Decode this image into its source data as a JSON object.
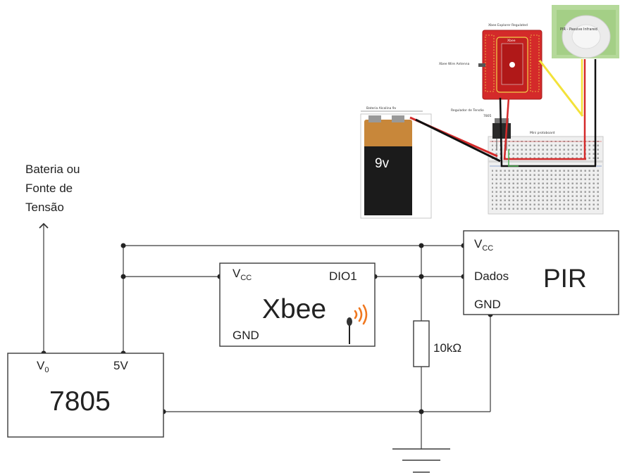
{
  "source_label": {
    "line1": "Bateria ou",
    "line2": "Fonte de",
    "line3": "Tensão"
  },
  "regulator": {
    "name": "7805",
    "pin_in_main": "V",
    "pin_in_sub": "0",
    "pin_out": "5V"
  },
  "xbee": {
    "name": "Xbee",
    "vcc_main": "V",
    "vcc_sub": "CC",
    "gnd": "GND",
    "dio": "DIO1",
    "signal_icon": "radio-waves-icon"
  },
  "pir": {
    "name": "PIR",
    "vcc_main": "V",
    "vcc_sub": "CC",
    "data": "Dados",
    "gnd": "GND"
  },
  "resistor": {
    "value": "10kΩ"
  },
  "photo": {
    "battery_label": "9v",
    "xbee_board_label": "Xbee Explorer Regulated",
    "xbee_chip_label": "Xbee",
    "antenna_label": "Xbee Wire Antenna",
    "pir_label": "PIR - Passive Infrared",
    "battery_caption": "Bateria Alcalina 9v",
    "regulator_caption_1": "Regulador de Tensão",
    "regulator_caption_2": "7805",
    "breadboard_caption": "Mini protoboard"
  },
  "colors": {
    "wire": "#333333",
    "signal": "#f07820",
    "board_red": "#d42a2a",
    "battery_orange": "#c8873a"
  }
}
